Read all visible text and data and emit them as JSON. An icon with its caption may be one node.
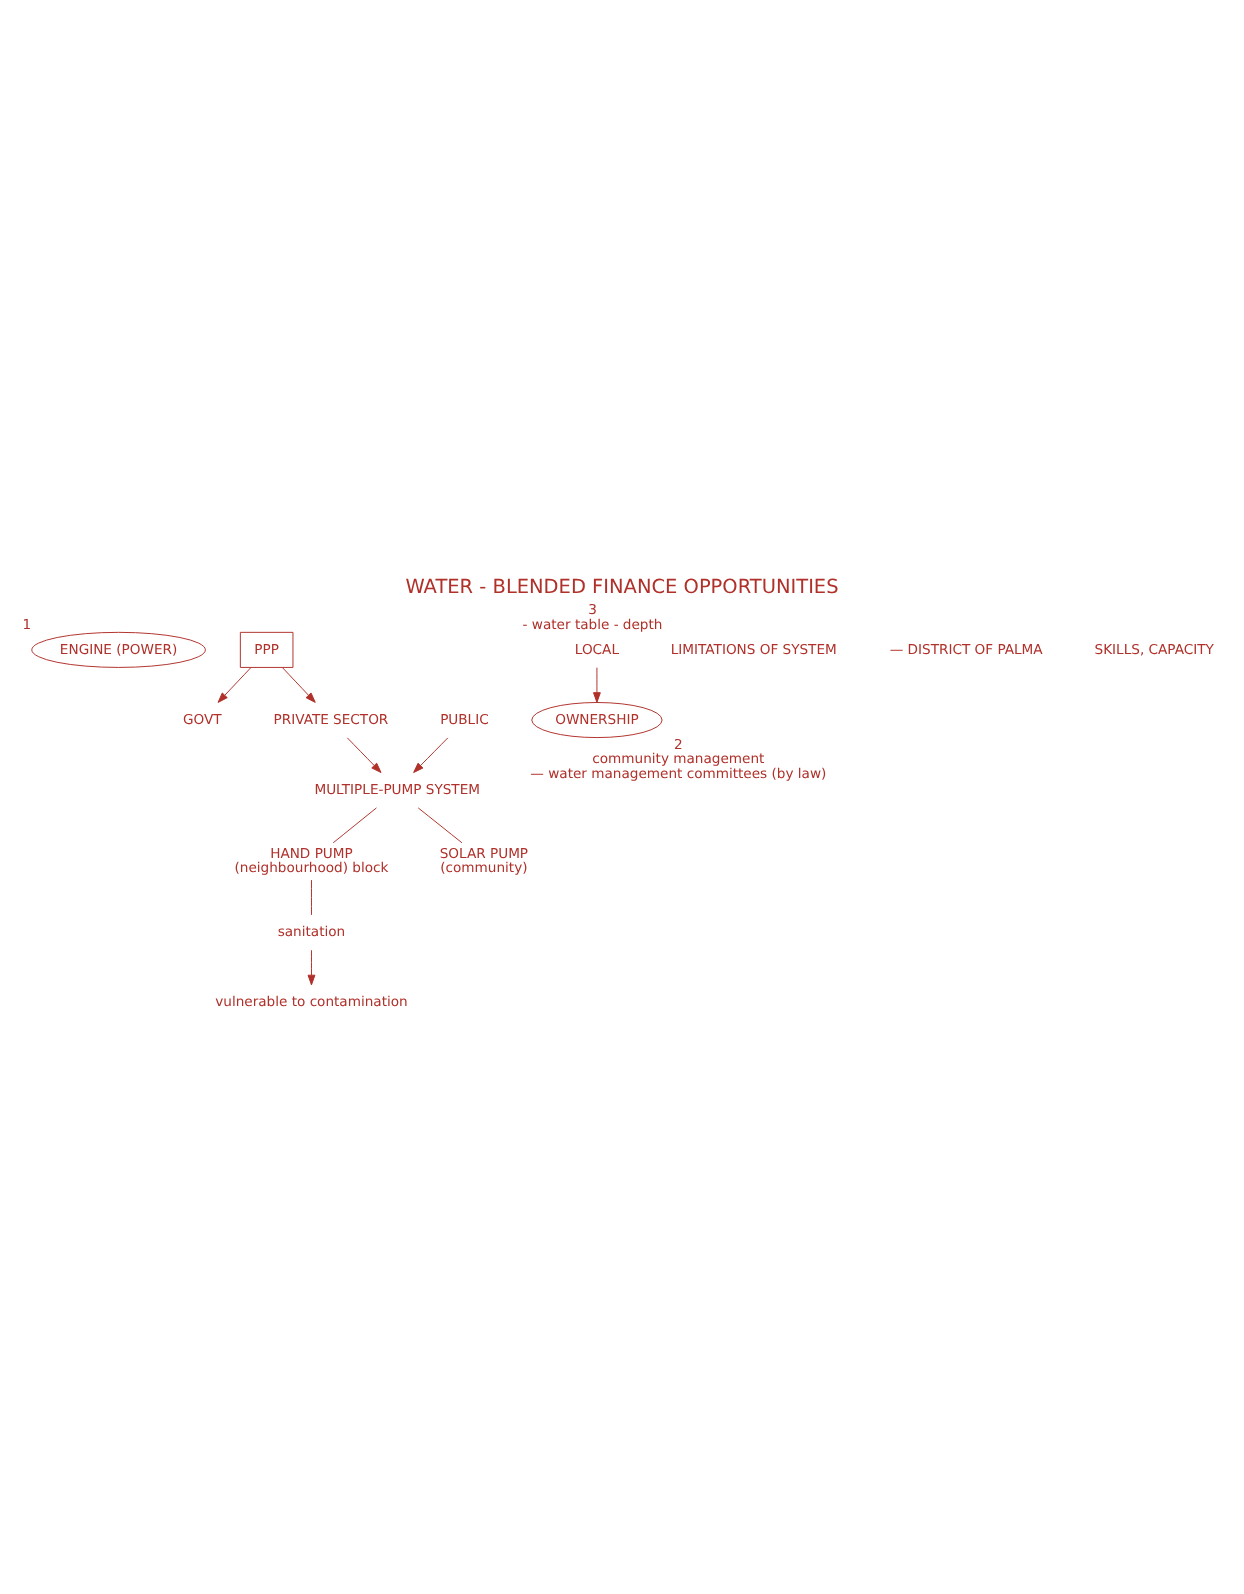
{
  "diagram": {
    "title": "WATER - BLENDED FINANCE OPPORTUNITIES",
    "nodes": [
      {
        "text": [
          "ENGINE (POWER)"
        ],
        "beside": [
          "1"
        ]
      },
      {
        "text": [
          "GOVT"
        ]
      },
      {
        "text": [
          "PUBLIC"
        ]
      },
      {
        "text": [
          "PPP"
        ]
      },
      {
        "text": [
          "MULTIPLE-PUMP SYSTEM"
        ]
      },
      {
        "text": [
          "HAND PUMP",
          "(neighbourhood) block"
        ]
      },
      {
        "text": [
          "sanitation"
        ]
      },
      {
        "text": [
          "vulnerable to contamination"
        ]
      },
      {
        "text": [
          "SOLAR PUMP",
          "(community)"
        ]
      },
      {
        "text": [
          "PRIVATE SECTOR"
        ]
      },
      {
        "text": [
          "OWNERSHIP"
        ],
        "beside": [
          "2",
          "community management",
          "— water management committees (by law)"
        ]
      },
      {
        "text": [
          "LOCAL"
        ]
      },
      {
        "text": [
          "LIMITATIONS OF SYSTEM"
        ],
        "beside": [
          "3",
          "- water table - depth"
        ]
      }
    ],
    "edges": [
      {
        "from": 3,
        "to": 1,
        "arrow": "to"
      },
      {
        "from": 3,
        "to": 9,
        "arrow": "to"
      },
      {
        "from": 2,
        "to": 4,
        "arrow": "to"
      },
      {
        "from": 9,
        "to": 4,
        "arrow": "to"
      },
      {
        "from": 4,
        "to": 5,
        "arrow": "none"
      },
      {
        "from": 4,
        "to": 8,
        "arrow": "none"
      },
      {
        "from": 5,
        "to": 6,
        "arrow": "none"
      },
      {
        "from": 6,
        "to": 7,
        "arrow": "to"
      },
      {
        "from": 11,
        "to": 10,
        "arrow": "to"
      }
    ],
    "labels": [
      "— DISTRICT OF PALMA",
      "SKILLS, CAPACITY"
    ]
  }
}
